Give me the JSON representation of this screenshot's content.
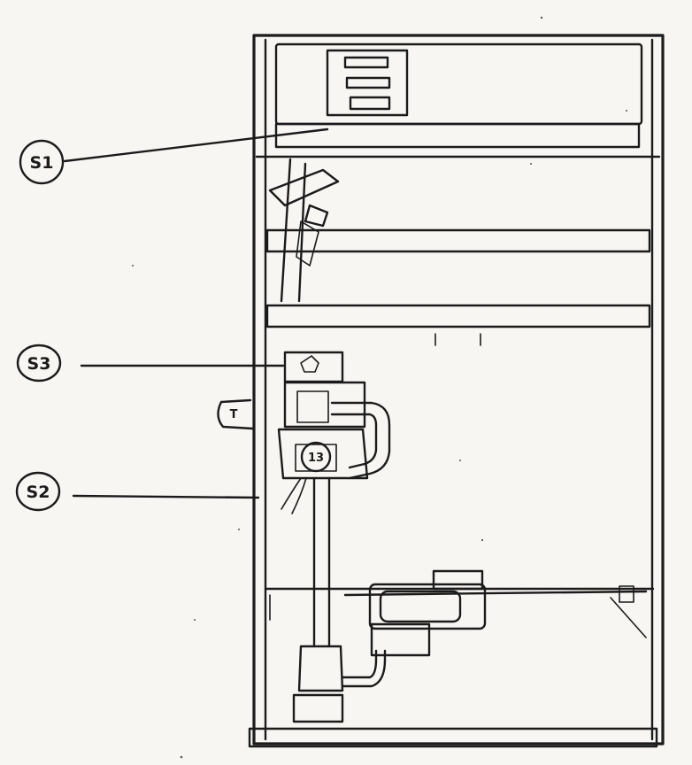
{
  "callouts": {
    "s1": "S1",
    "s2": "S2",
    "s3": "S3"
  },
  "part_labels": {
    "side_tab": "T",
    "valve_center": "13"
  }
}
